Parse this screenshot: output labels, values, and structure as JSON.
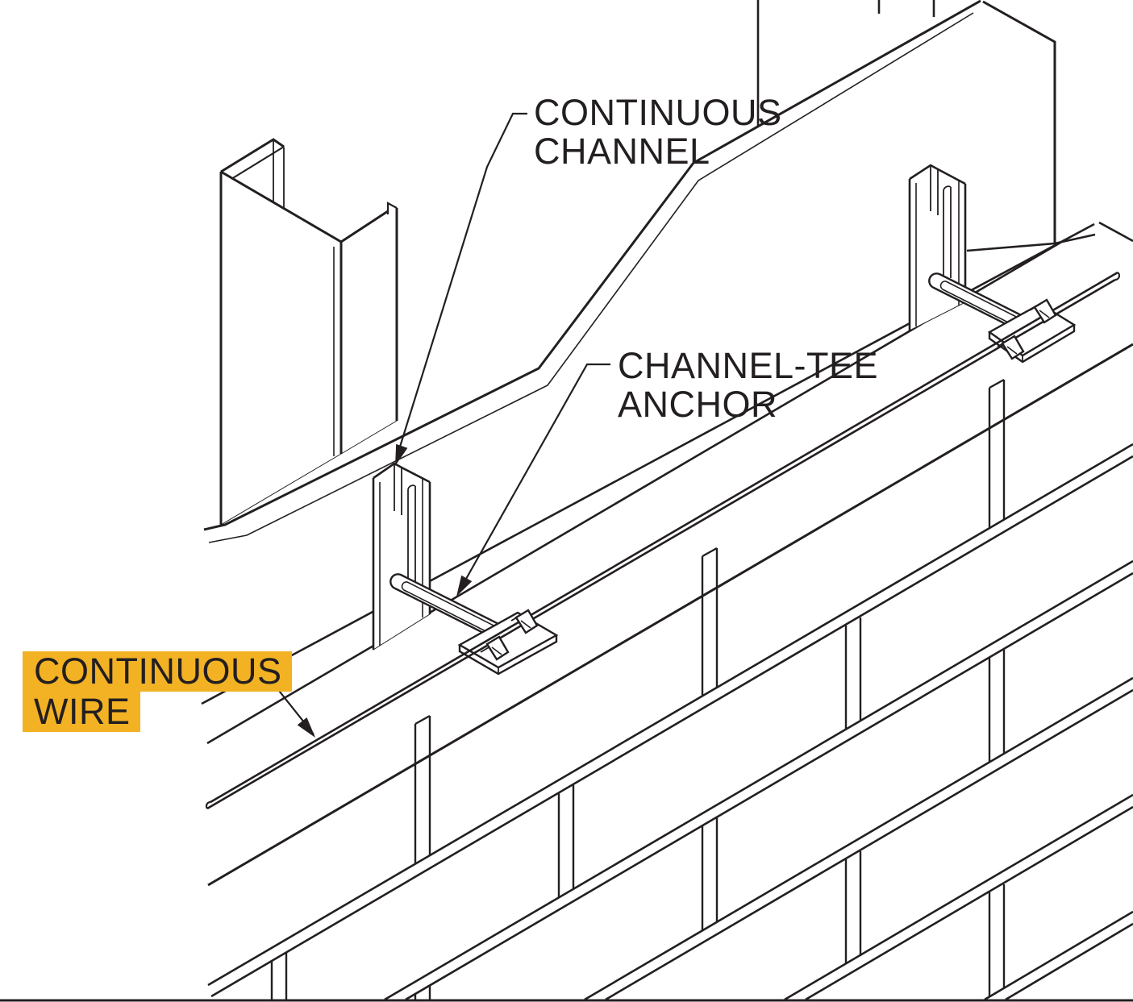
{
  "labels": {
    "continuous_channel": {
      "line1": "CONTINUOUS",
      "line2": "CHANNEL"
    },
    "channel_tee_anchor": {
      "line1": "CHANNEL-TEE",
      "line2": "ANCHOR"
    },
    "continuous_wire": {
      "line1": "CONTINUOUS",
      "line2": "WIRE",
      "highlight_color": "#f2b224"
    }
  },
  "colors": {
    "background": "#ffffff",
    "line": "#231f20",
    "text": "#231f20",
    "highlight": "#f2b224"
  }
}
